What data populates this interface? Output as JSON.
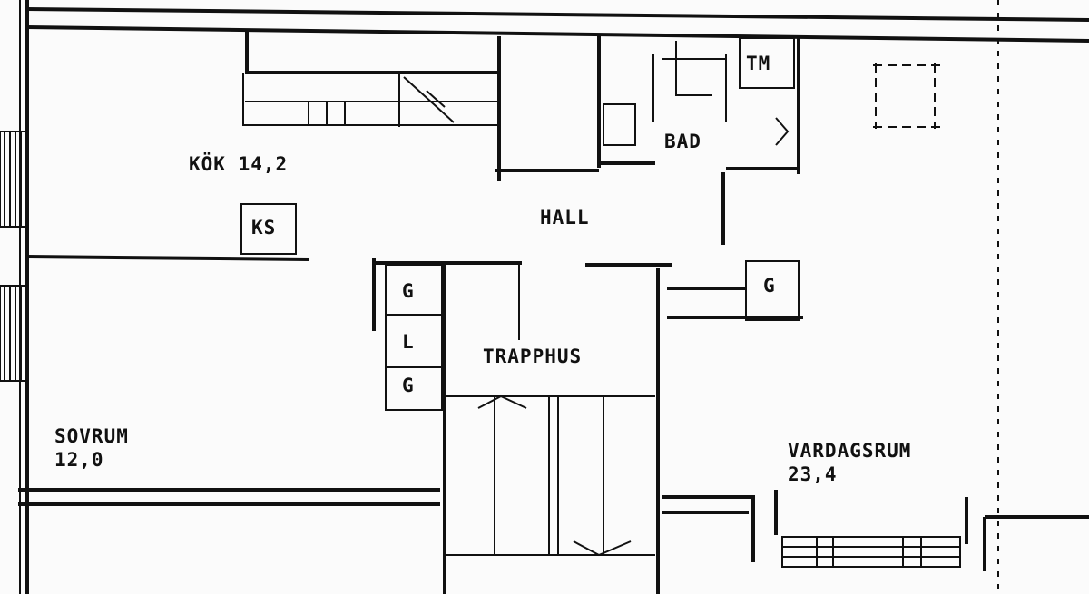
{
  "rooms": {
    "kitchen": {
      "name": "KÖK",
      "area": "14,2"
    },
    "cold_storage": "KS",
    "hall": "HALL",
    "bathroom": "BAD",
    "washing_machine": "TM",
    "closets_left": [
      "G",
      "L",
      "G"
    ],
    "closet_right": "G",
    "stairwell": "TRAPPHUS",
    "bedroom": {
      "name": "SOVRUM",
      "area": "12,0"
    },
    "living_room": {
      "name": "VARDAGSRUM",
      "area": "23,4"
    }
  }
}
